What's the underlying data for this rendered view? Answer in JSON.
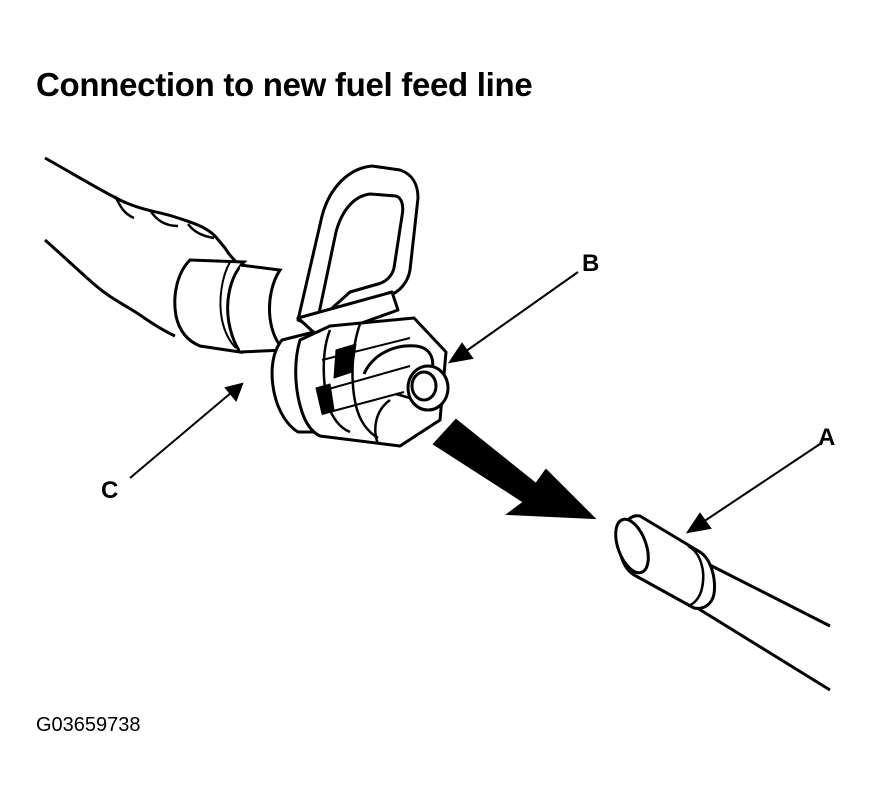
{
  "title": "Connection to new fuel feed line",
  "callouts": {
    "a": "A",
    "b": "B",
    "c": "C"
  },
  "figure_code": "G03659738",
  "colors": {
    "ink": "#000000",
    "paper": "#ffffff"
  }
}
